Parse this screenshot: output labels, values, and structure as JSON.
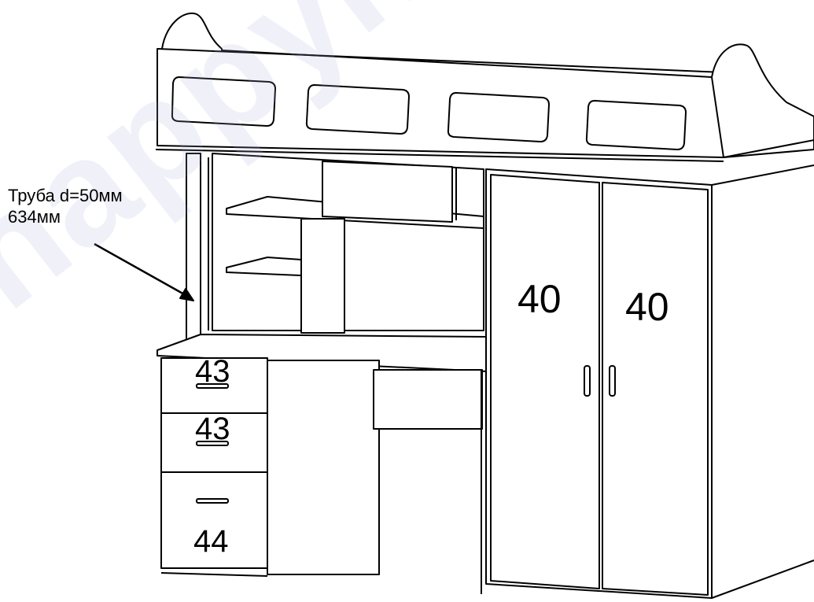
{
  "watermark": "happyhome",
  "annotation": {
    "line1": "Труба d=50мм",
    "line2": "634мм"
  },
  "labels": {
    "door_left": "40",
    "door_right": "40",
    "drawer_top": "43",
    "drawer_middle": "43",
    "drawer_bottom": "44"
  },
  "colors": {
    "stroke": "#000000",
    "panel": "#ffffff",
    "watermark": "#aaaadc"
  }
}
